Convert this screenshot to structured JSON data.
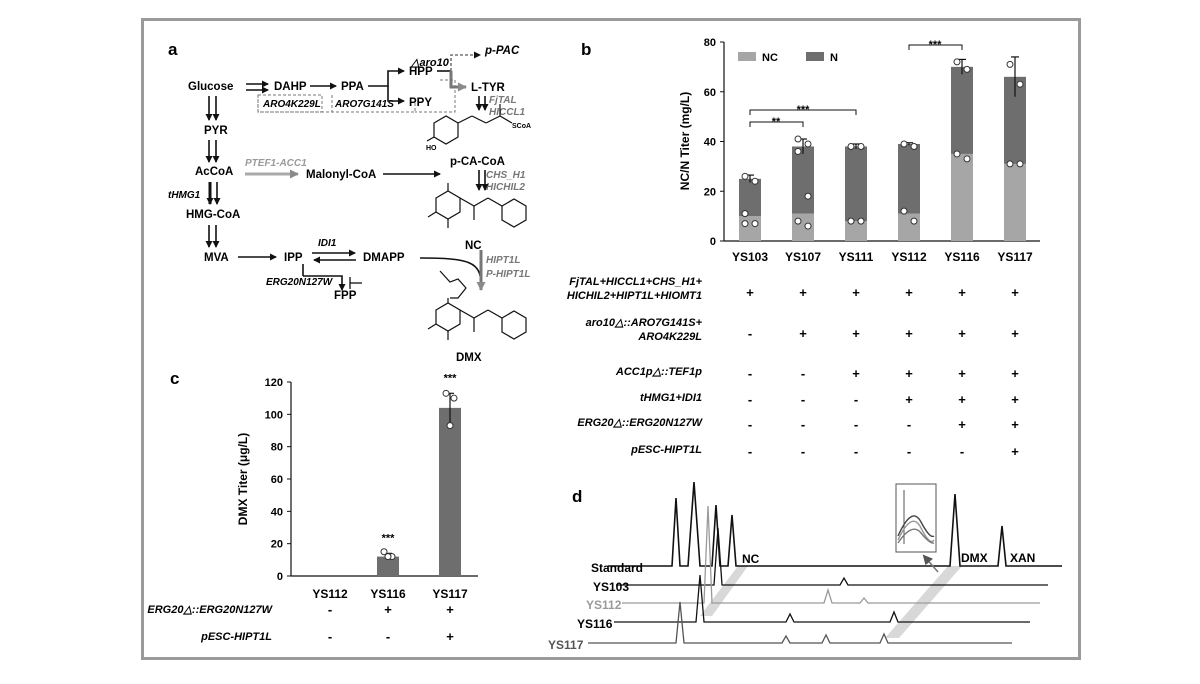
{
  "panels": {
    "a": "a",
    "b": "b",
    "c": "c",
    "d": "d"
  },
  "pathway": {
    "nodes": {
      "glucose": "Glucose",
      "dahp": "DAHP",
      "ppa": "PPA",
      "hpp": "HPP",
      "ppy": "PPY",
      "ppac": "p-PAC",
      "ltyr": "L-TYR",
      "pyr": "PYR",
      "accoa": "AcCoA",
      "malonyl": "Malonyl-CoA",
      "pcacoa": "p-CA-CoA",
      "hmgcoa": "HMG-CoA",
      "mva": "MVA",
      "ipp": "IPP",
      "dmapp": "DMAPP",
      "fpp": "FPP",
      "nc": "NC",
      "dmx": "DMX",
      "scoa": "SCoA"
    },
    "genes": {
      "aro10": "△aro10",
      "aro4": "ARO4K229L",
      "aro7": "ARO7G141S",
      "fjtal": "FjTAL",
      "hiccl1": "HICCL1",
      "ptef1": "PTEF1-ACC1",
      "chs": "CHS_H1",
      "hichil2": "HICHIL2",
      "thmg1": "tHMG1",
      "idi1": "IDI1",
      "erg20": "ERG20N127W",
      "hipt1l": "HIPT1L",
      "phipt1l": "P-HIPT1L"
    }
  },
  "chart_data": [
    {
      "id": "b",
      "type": "bar",
      "categories": [
        "YS103",
        "YS107",
        "YS111",
        "YS112",
        "YS116",
        "YS117"
      ],
      "series": [
        {
          "name": "NC",
          "values": [
            10,
            11,
            8,
            11,
            35,
            31
          ],
          "color": "#a6a6a6"
        },
        {
          "name": "N",
          "values": [
            15,
            27,
            30,
            28,
            35,
            35
          ],
          "color": "#6e6e6e"
        }
      ],
      "error": [
        1.5,
        3,
        1,
        0.5,
        3,
        8
      ],
      "points": [
        [
          26,
          24,
          11,
          7,
          7
        ],
        [
          41,
          39,
          36,
          18,
          8,
          6
        ],
        [
          38,
          38,
          8,
          8
        ],
        [
          39,
          38,
          12,
          8
        ],
        [
          72,
          69,
          35,
          33
        ],
        [
          71,
          63,
          31,
          31
        ]
      ],
      "ylabel": "NC/N Titer (mg/L)",
      "yticks": [
        0,
        20,
        40,
        60,
        80
      ],
      "ylim": [
        0,
        80
      ],
      "legend": [
        "NC",
        "N"
      ],
      "legend_position": "top-left",
      "significance": [
        "**",
        "***",
        "***"
      ]
    },
    {
      "id": "c",
      "type": "bar",
      "categories": [
        "YS112",
        "YS116",
        "YS117"
      ],
      "values": [
        0,
        12,
        104
      ],
      "error": [
        0,
        2,
        9
      ],
      "points": [
        [],
        [
          15,
          12,
          12
        ],
        [
          113,
          110,
          93
        ]
      ],
      "ylabel": "DMX Titer (μg/L)",
      "yticks": [
        0,
        20,
        40,
        60,
        80,
        100,
        120
      ],
      "ylim": [
        0,
        120
      ],
      "significance": [
        "",
        "***",
        "***"
      ],
      "color": "#6e6e6e"
    }
  ],
  "table_b": {
    "rows": [
      {
        "label": [
          "FjTAL+HICCL1+CHS_H1+",
          "HICHIL2+HIPT1L+HIOMT1"
        ],
        "signs": [
          "+",
          "+",
          "+",
          "+",
          "+",
          "+"
        ]
      },
      {
        "label": [
          "aro10△::ARO7G141S+",
          "ARO4K229L"
        ],
        "signs": [
          "-",
          "+",
          "+",
          "+",
          "+",
          "+"
        ]
      },
      {
        "label": [
          "ACC1p△::TEF1p"
        ],
        "signs": [
          "-",
          "-",
          "+",
          "+",
          "+",
          "+"
        ]
      },
      {
        "label": [
          "tHMG1+IDI1"
        ],
        "signs": [
          "-",
          "-",
          "-",
          "+",
          "+",
          "+"
        ]
      },
      {
        "label": [
          "ERG20△::ERG20N127W"
        ],
        "signs": [
          "-",
          "-",
          "-",
          "-",
          "+",
          "+"
        ]
      },
      {
        "label": [
          "pESC-HIPT1L"
        ],
        "signs": [
          "-",
          "-",
          "-",
          "-",
          "-",
          "+"
        ]
      }
    ]
  },
  "table_c": {
    "rows": [
      {
        "label": "ERG20△::ERG20N127W",
        "signs": [
          "-",
          "+",
          "+"
        ]
      },
      {
        "label": "pESC-HIPT1L",
        "signs": [
          "-",
          "-",
          "+"
        ]
      }
    ]
  },
  "panel_d": {
    "traces": [
      {
        "name": "Standard",
        "color": "#111111"
      },
      {
        "name": "YS103",
        "color": "#111111"
      },
      {
        "name": "YS112",
        "color": "#9a9a9a"
      },
      {
        "name": "YS116",
        "color": "#111111"
      },
      {
        "name": "YS117",
        "color": "#555555"
      }
    ],
    "peaks": {
      "nc": "NC",
      "dmx": "DMX",
      "xan": "XAN"
    }
  }
}
